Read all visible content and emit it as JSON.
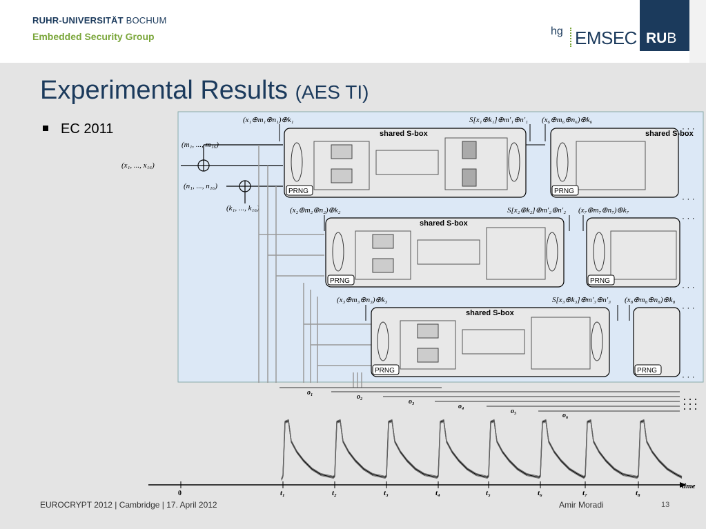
{
  "header": {
    "university": "RUHR-UNIVERSITÄT",
    "university_city": "BOCHUM",
    "group": "Embedded Security Group",
    "logo_hg": "hg",
    "logo_emsec": "EMSEC",
    "logo_rub_bold": "RU",
    "logo_rub_light": "B"
  },
  "slide": {
    "title": "Experimental Results",
    "title_suffix": "(AES TI)",
    "bullets": [
      "EC 2011"
    ]
  },
  "figure": {
    "inputs": {
      "x": "(x₁, ..., x₁₆)",
      "m": "(m₁, ..., m₁₆)",
      "n": "(n₁, ..., n₁₆)",
      "k": "(k₁, ..., k₁₆)"
    },
    "block_label": "shared S-box",
    "prng_label": "PRNG",
    "stage_inputs": [
      "(x₁⊕m₁⊕n₁)⊕k₁",
      "(x₂⊕m₂⊕n₂)⊕k₂",
      "(x₃⊕m₃⊕n₃)⊕k₃"
    ],
    "stage_outputs": [
      "S[x₁⊕k₁]⊕m′₁⊕n′₁",
      "S[x₂⊕k₂]⊕m′₂⊕n′₂",
      "S[x₃⊕k₃]⊕m′₃⊕n′₃"
    ],
    "next_inputs": [
      "(x₆⊕m₆⊕n₆)⊕k₆",
      "(x₇⊕m₇⊕n₇)⊕k₇",
      "(x₈⊕m₈⊕n₈)⊕k₈"
    ],
    "ellipsis": "· · ·",
    "overlap_labels": [
      "o₁",
      "o₂",
      "o₃",
      "o₄",
      "o₅",
      "o₆"
    ],
    "time_zero": "0",
    "time_ticks": [
      "t₁",
      "t₂",
      "t₃",
      "t₄",
      "t₅",
      "t₆",
      "t₇",
      "t₈"
    ],
    "time_axis_label": "time"
  },
  "footer": {
    "event": "EUROCRYPT 2012 | Cambridge | 17. April 2012",
    "author": "Amir Moradi",
    "page": "13"
  },
  "colors": {
    "brand_blue": "#1b3a5c",
    "brand_green": "#7aa63a",
    "slide_bg": "#e4e4e4",
    "figure_bg": "#dce8f6"
  }
}
